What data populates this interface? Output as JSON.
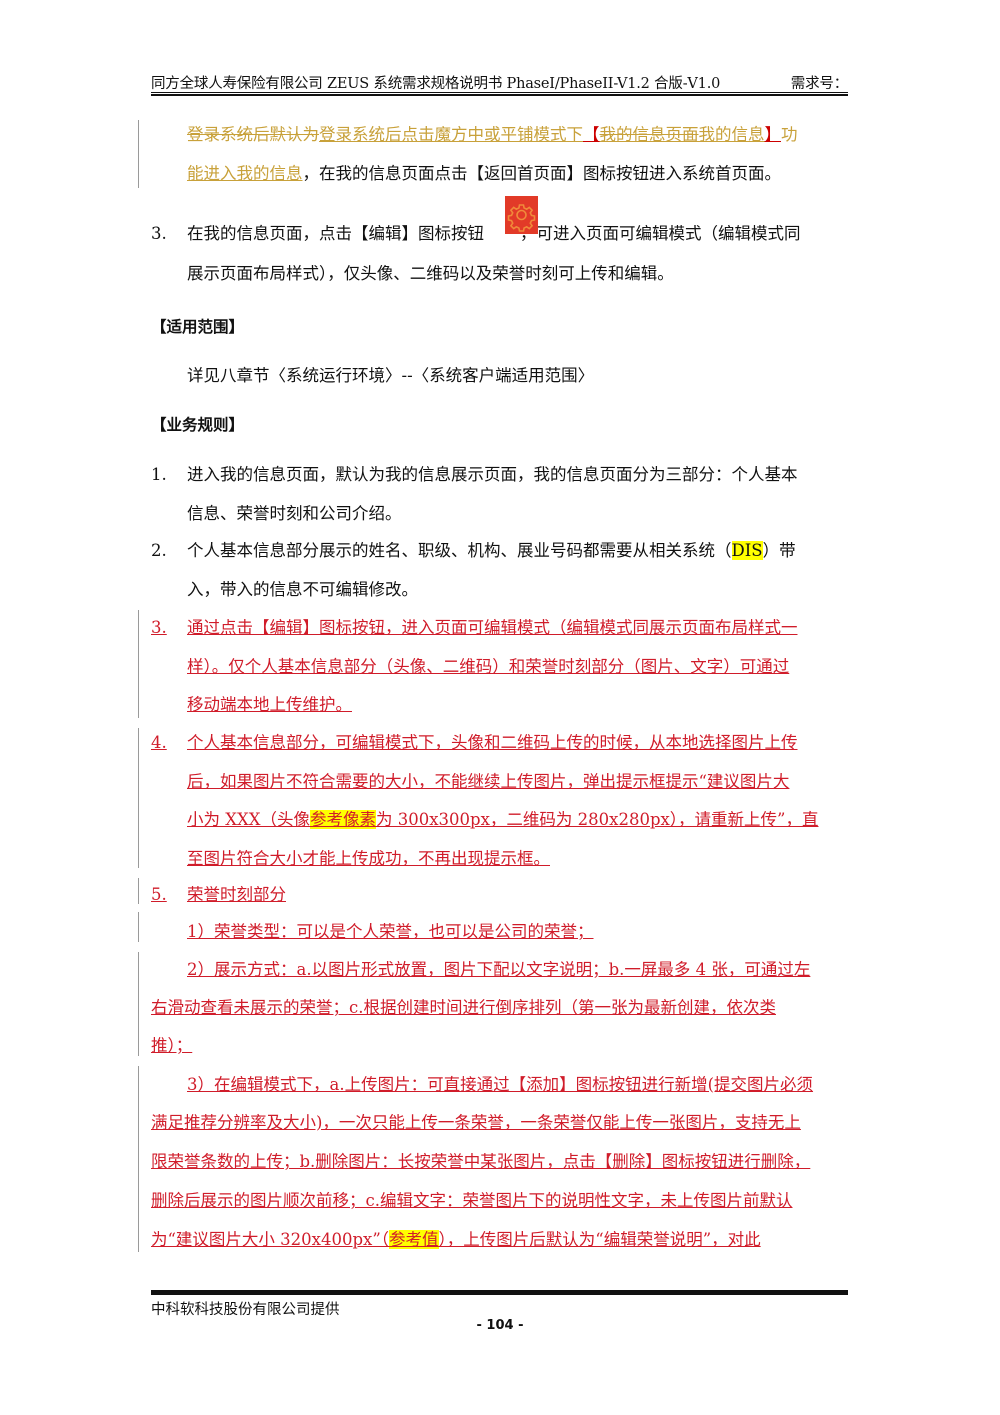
{
  "header": {
    "title": "同方全球人寿保险有限公司 ZEUS 系统需求规格说明书 PhaseI/PhaseII-V1.2  合版-V1.0",
    "req_label": "需求号："
  },
  "intro": {
    "line1_deleted": "登录系统后默认为",
    "line1_inserted": "登录系统后点击魔方中或平铺模式下",
    "line1_bracket_open": "【",
    "line1_deleted2": "我的信息页面",
    "line1_inserted2": "我的信息",
    "line1_bracket_close": "】",
    "line1_tail": "功",
    "line2_inserted": "能进入我的信息",
    "line2_rest": "，在我的信息页面点击【返回首页面】图标按钮进入系统首页面。"
  },
  "item3_orig": {
    "number": "3.",
    "line1_before_icon": "在我的信息页面，点击【编辑】图标按钮",
    "line1_after_icon": "，可进入页面可编辑模式（编辑模式同",
    "line2": "展示页面布局样式），仅头像、二维码以及荣誉时刻可上传和编辑。",
    "icon": "gear-icon",
    "icon_color": "#e23a28"
  },
  "scope": {
    "heading": "【适用范围】",
    "text": "详见八章节〈系统运行环境〉--〈系统客户端适用范围〉"
  },
  "rules": {
    "heading": "【业务规则】",
    "items": [
      {
        "number": "1.",
        "line1": "进入我的信息页面，默认为我的信息展示页面，我的信息页面分为三部分：个人基本",
        "line2": "信息、荣誉时刻和公司介绍。"
      },
      {
        "number": "2.",
        "line1_before": "个人基本信息部分展示的姓名、职级、机构、展业号码都需要从相关系统（",
        "line1_highlight": "DIS",
        "line1_after": "）带",
        "line2": "入，带入的信息不可编辑修改。"
      },
      {
        "number": "3.",
        "line1": "通过点击【编辑】图标按钮，进入页面可编辑模式（编辑模式同展示页面布局样式一",
        "line2": "样）。仅个人基本信息部分（头像、二维码）和荣誉时刻部分（图片、文字）可通过",
        "line3": "移动端本地上传维护。"
      },
      {
        "number": "4.",
        "line1": "个人基本信息部分，可编辑模式下，头像和二维码上传的时候，从本地选择图片上传",
        "line2": "后，如果图片不符合需要的大小，不能继续上传图片，弹出提示框提示“建议图片大",
        "line3_before": "小为 XXX（头像",
        "line3_highlight": "参考像素",
        "line3_after": "为 300x300px，二维码为 280x280px），请重新上传”，直",
        "line4": "至图片符合大小才能上传成功，不再出现提示框。"
      },
      {
        "number": "5.",
        "title": "荣誉时刻部分",
        "sub1": "1）荣誉类型：可以是个人荣誉，也可以是公司的荣誉；",
        "sub2_line1": "2）展示方式：a.以图片形式放置，图片下配以文字说明；b.一屏最多 4 张，可通过左",
        "sub2_line2": "右滑动查看未展示的荣誉；c.根据创建时间进行倒序排列（第一张为最新创建，依次类",
        "sub2_line3": "推）；",
        "sub3_line1": "3）在编辑模式下，a.上传图片：可直接通过【添加】图标按钮进行新增(提交图片必须",
        "sub3_line2": "满足推荐分辨率及大小)，一次只能上传一条荣誉，一条荣誉仅能上传一张图片，支持无上",
        "sub3_line3": "限荣誉条数的上传；b.删除图片：长按荣誉中某张图片，点击【删除】图标按钮进行删除，",
        "sub3_line4": "删除后展示的图片顺次前移；c.编辑文字：荣誉图片下的说明性文字，未上传图片前默认",
        "sub3_line5_before": "为“建议图片大小 320x400px”（",
        "sub3_line5_highlight": "参考值",
        "sub3_line5_after": "），上传图片后默认为“编辑荣誉说明”，对此"
      }
    ]
  },
  "footer": {
    "company": "中科软科技股份有限公司提供",
    "page_number": "- 104 -"
  },
  "colors": {
    "revision_gold": "#c8a13a",
    "revision_red": "#d01c2a",
    "highlight": "#ffff00"
  }
}
